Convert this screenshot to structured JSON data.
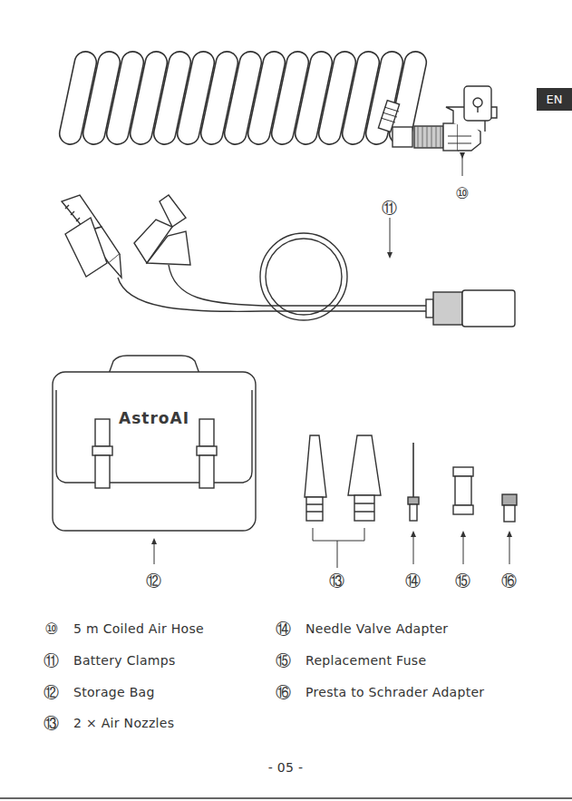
{
  "diagram": {
    "nodes": [
      {
        "text": [
          "EN"
        ]
      }
    ],
    "labels": [
      "⑩",
      "⑪",
      "AstroAI",
      "⑫",
      "⑬",
      "⑭",
      "⑮",
      "⑯",
      "⑩",
      "5 m Coiled Air Hose",
      "⑪",
      "Battery Clamps",
      "⑫",
      "Storage Bag",
      "⑬",
      "2 × Air Nozzles",
      "⑭",
      "Needle Valve Adapter",
      "⑮",
      "Replacement Fuse",
      "⑯",
      "Presta to Schrader Adapter",
      "- 05 -"
    ]
  }
}
